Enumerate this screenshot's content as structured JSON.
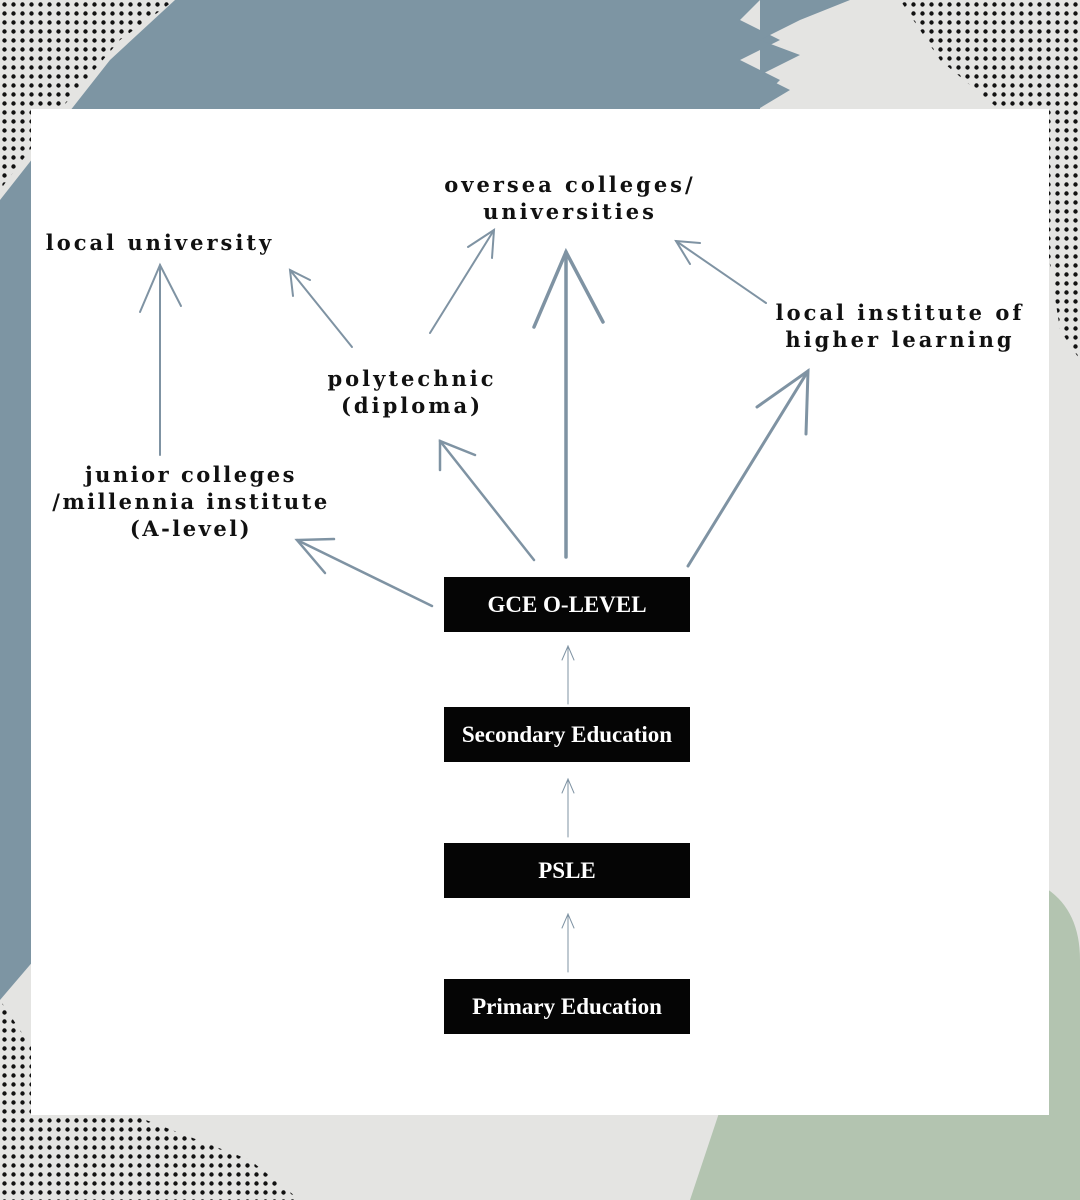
{
  "colors": {
    "slate": "#7d95a3",
    "sage": "#b3c4b0",
    "arrow": "#7f93a3",
    "box": "#050505",
    "card": "#ffffff"
  },
  "destinations": {
    "local_university": "local university",
    "oversea_colleges": [
      "oversea colleges/",
      "universities"
    ],
    "local_institute": [
      "local institute of",
      "higher learning"
    ],
    "polytechnic": [
      "polytechnic",
      "(diploma)"
    ],
    "junior_colleges": [
      "junior colleges",
      "/millennia institute",
      "(A-level)"
    ]
  },
  "pathway": {
    "gce_o_level": "GCE O-LEVEL",
    "secondary_education": "Secondary Education",
    "psle": "PSLE",
    "primary_education": "Primary Education"
  }
}
